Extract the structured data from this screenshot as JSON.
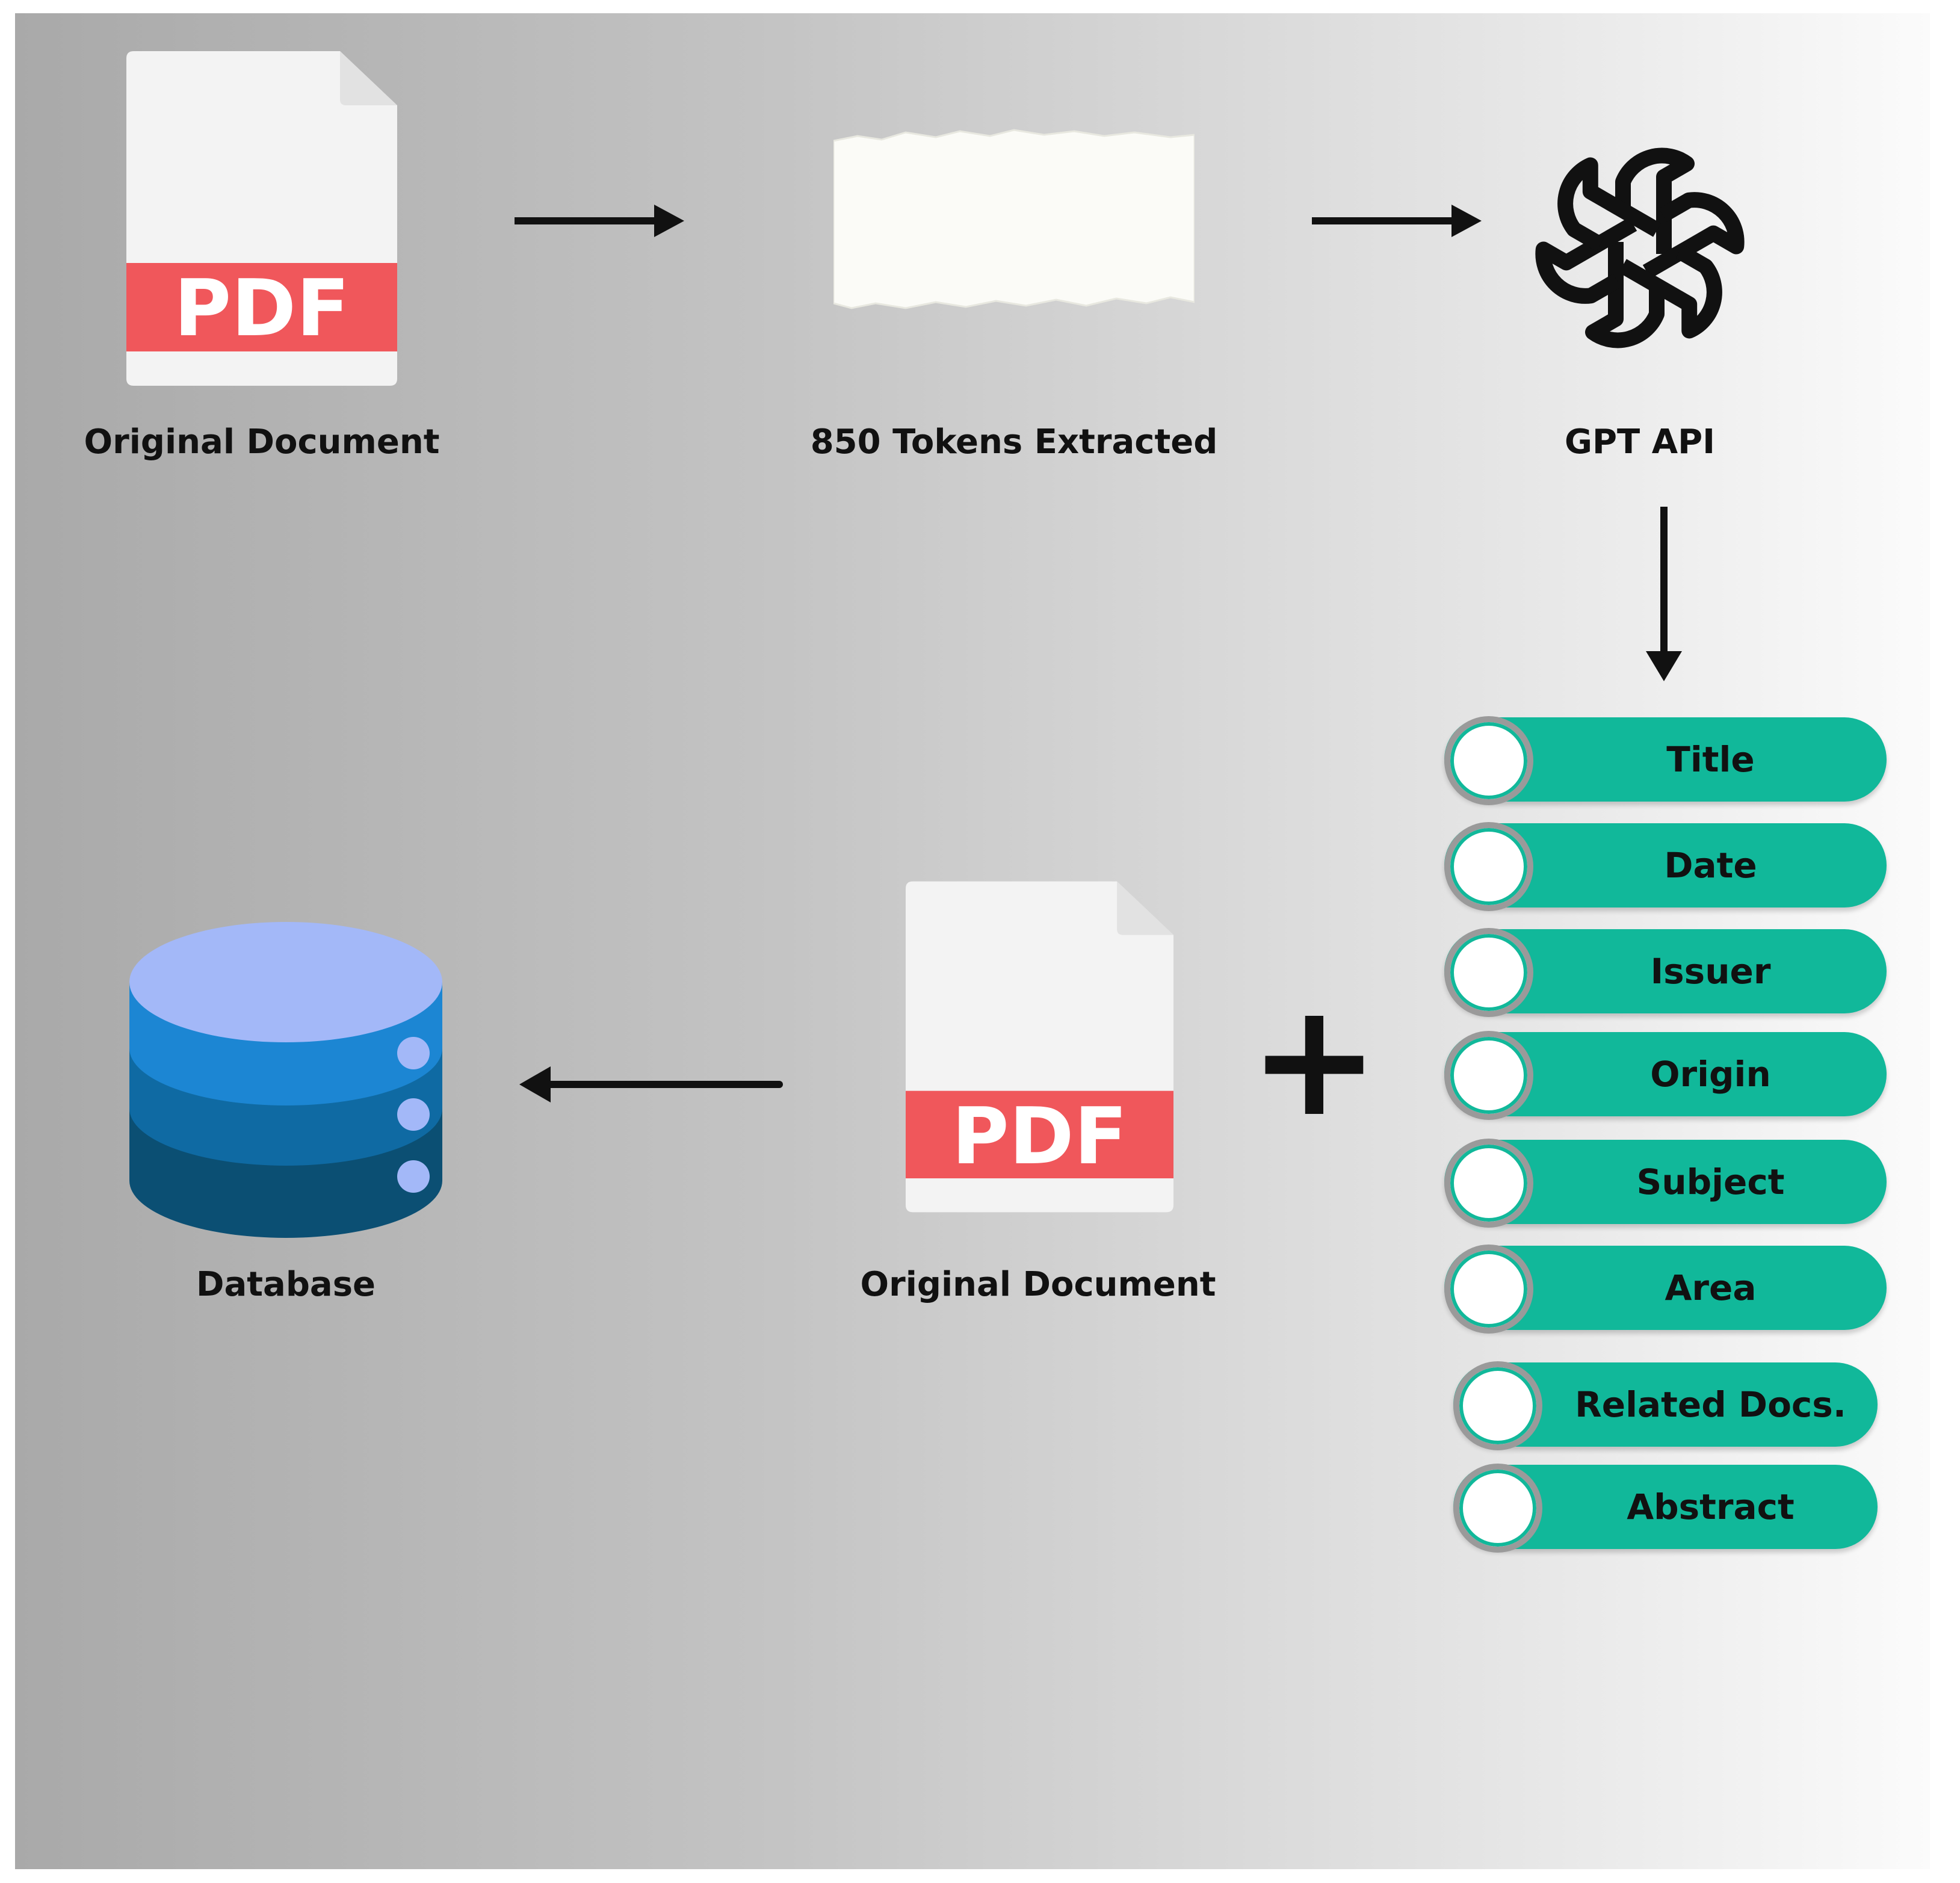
{
  "nodes": {
    "original_document_top": {
      "label": "Original Document",
      "badge": "PDF"
    },
    "tokens": {
      "label": "850 Tokens Extracted"
    },
    "gpt": {
      "label": "GPT API"
    },
    "original_document_bottom": {
      "label": "Original Document",
      "badge": "PDF"
    },
    "database": {
      "label": "Database"
    }
  },
  "plus_symbol": "+",
  "fields": [
    "Title",
    "Date",
    "Issuer",
    "Origin",
    "Subject",
    "Area",
    "Related Docs.",
    "Abstract"
  ],
  "colors": {
    "pdf_red": "#f0575b",
    "page_white": "#f3f3f3",
    "field_green": "#11b89a",
    "db_top": "#a3b8f8",
    "db_layer1": "#1c86d3",
    "db_layer2": "#0f6aa3",
    "db_layer3": "#0b4f73",
    "arrow": "#111111"
  }
}
